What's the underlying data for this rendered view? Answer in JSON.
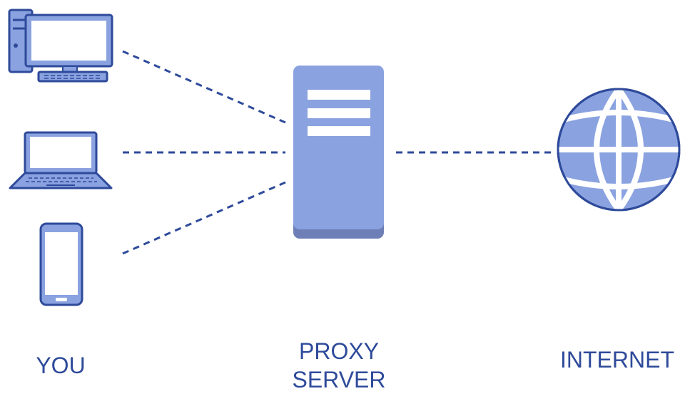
{
  "colors": {
    "primary": "#2E4A9A",
    "fill": "#8AA2E0",
    "server_base": "#6E7FB8",
    "white": "#FFFFFF"
  },
  "icons": {
    "desktop": "desktop-computer-icon",
    "laptop": "laptop-icon",
    "phone": "smartphone-icon",
    "server": "server-icon",
    "globe": "globe-icon"
  },
  "labels": {
    "you": "YOU",
    "proxy_line1": "PROXY",
    "proxy_line2": "SERVER",
    "internet": "INTERNET"
  }
}
